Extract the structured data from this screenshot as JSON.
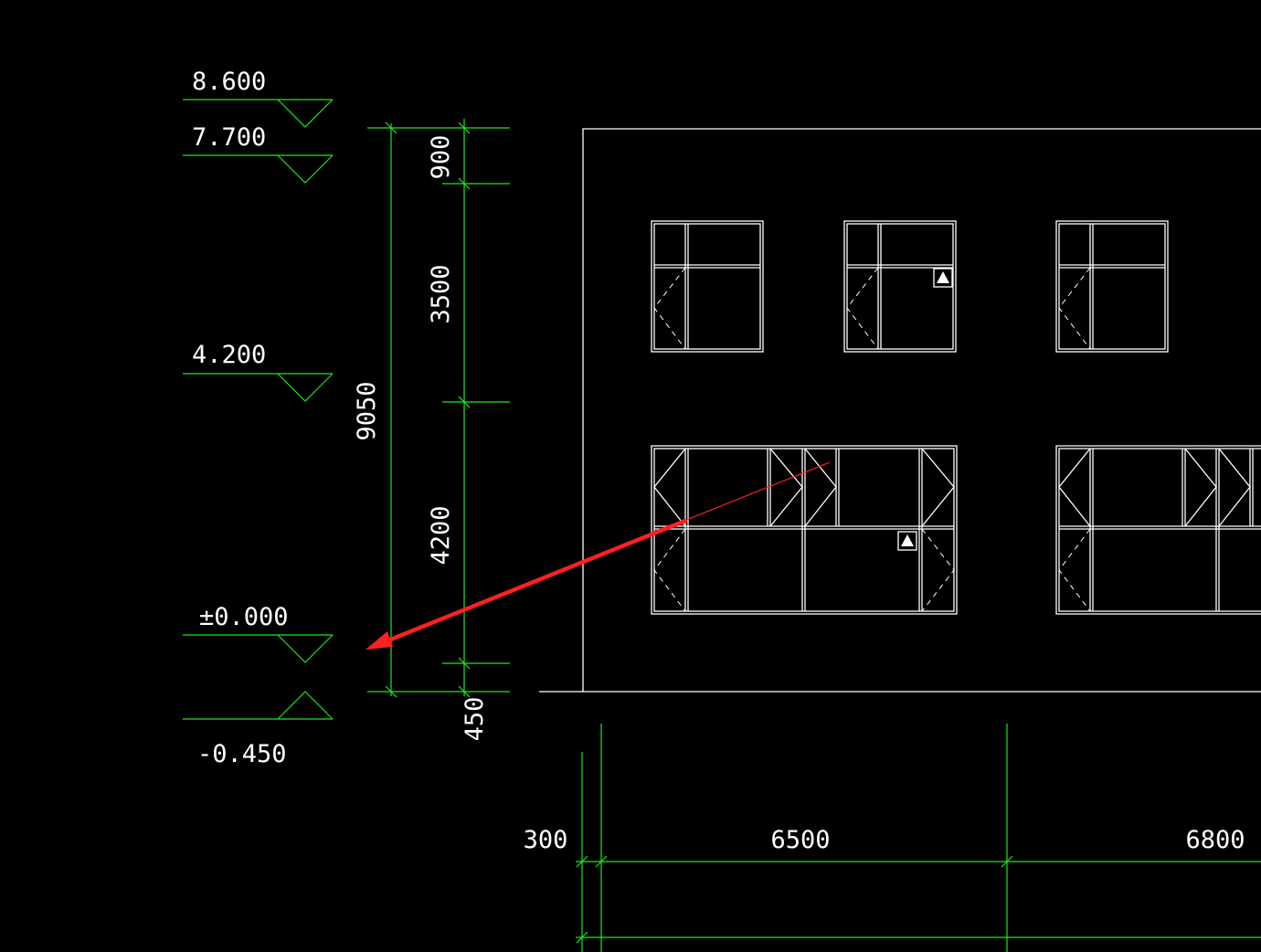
{
  "elevation_marks": [
    {
      "id": "level-8600",
      "label": "8.600"
    },
    {
      "id": "level-7700",
      "label": "7.700"
    },
    {
      "id": "level-4200",
      "label": "4.200"
    },
    {
      "id": "level-0000",
      "label": "±0.000"
    },
    {
      "id": "level-neg450",
      "label": "-0.450"
    }
  ],
  "vertical_dimensions": {
    "total": "9050",
    "segments": [
      "900",
      "3500",
      "4200",
      "450"
    ]
  },
  "horizontal_dimensions": [
    "300",
    "6500",
    "6800"
  ],
  "colors": {
    "background": "#000000",
    "dimension_lines": "#1ee61e",
    "geometry": "#ffffff",
    "annotation_arrow": "#ff2020"
  }
}
